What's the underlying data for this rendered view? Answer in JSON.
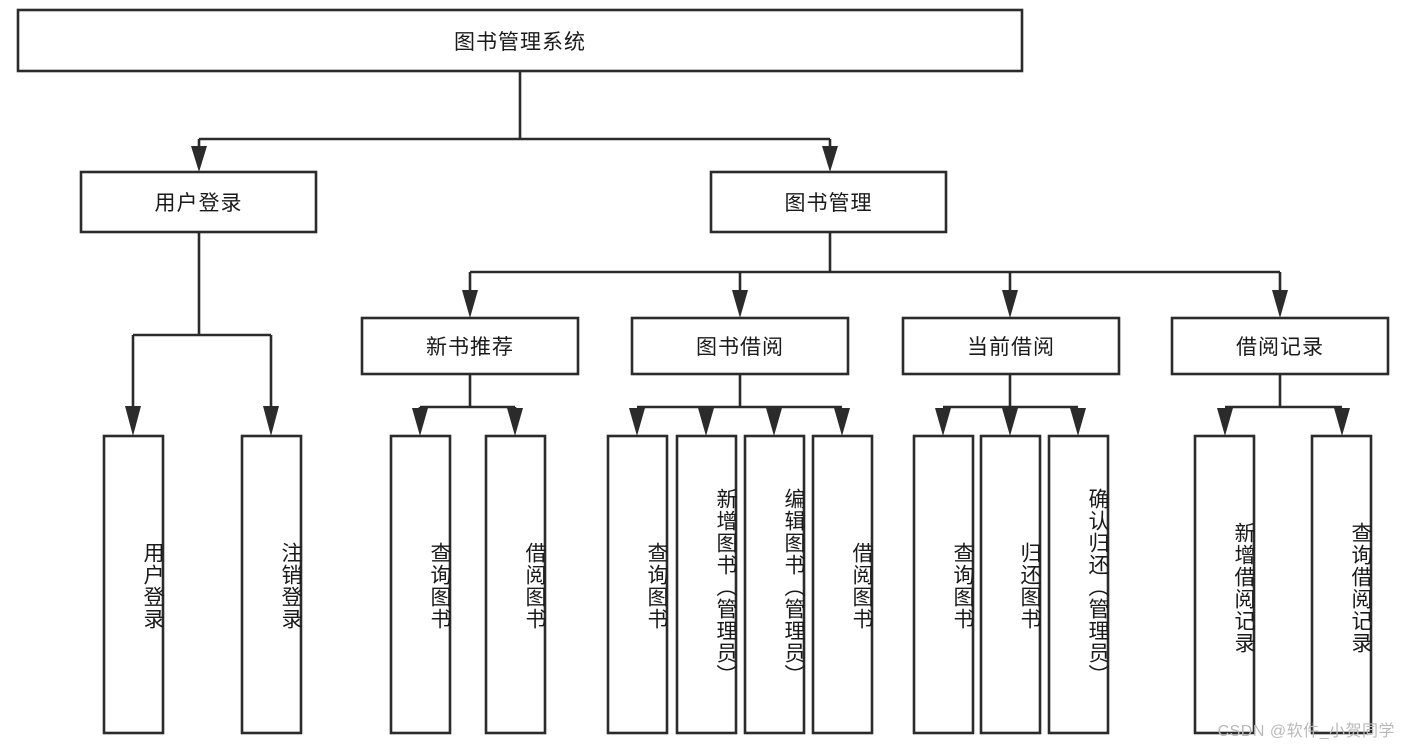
{
  "diagram": {
    "type": "tree",
    "title": "图书管理系统",
    "root": {
      "id": "root",
      "label": "图书管理系统"
    },
    "level2": [
      {
        "id": "user-login",
        "label": "用户登录"
      },
      {
        "id": "book-manage",
        "label": "图书管理"
      }
    ],
    "level3": [
      {
        "id": "new-book-recommend",
        "label": "新书推荐",
        "parent": "book-manage"
      },
      {
        "id": "book-borrow",
        "label": "图书借阅",
        "parent": "book-manage"
      },
      {
        "id": "current-borrow",
        "label": "当前借阅",
        "parent": "book-manage"
      },
      {
        "id": "borrow-record",
        "label": "借阅记录",
        "parent": "book-manage"
      }
    ],
    "leaves": [
      {
        "id": "leaf-user-login",
        "label": "用户登录",
        "parent": "user-login"
      },
      {
        "id": "leaf-logout-login",
        "label": "注销登录",
        "parent": "user-login"
      },
      {
        "id": "leaf-query-book-1",
        "label": "查询图书",
        "parent": "new-book-recommend"
      },
      {
        "id": "leaf-borrow-book-1",
        "label": "借阅图书",
        "parent": "new-book-recommend"
      },
      {
        "id": "leaf-query-book-2",
        "label": "查询图书",
        "parent": "book-borrow"
      },
      {
        "id": "leaf-add-book",
        "label": "新增图书（管理员）",
        "parent": "book-borrow"
      },
      {
        "id": "leaf-edit-book",
        "label": "编辑图书（管理员）",
        "parent": "book-borrow"
      },
      {
        "id": "leaf-borrow-book-2",
        "label": "借阅图书",
        "parent": "book-borrow"
      },
      {
        "id": "leaf-query-book-3",
        "label": "查询图书",
        "parent": "current-borrow"
      },
      {
        "id": "leaf-return-book",
        "label": "归还图书",
        "parent": "current-borrow"
      },
      {
        "id": "leaf-confirm-return",
        "label": "确认归还（管理员）",
        "parent": "current-borrow"
      },
      {
        "id": "leaf-add-record",
        "label": "新增借阅记录",
        "parent": "borrow-record"
      },
      {
        "id": "leaf-query-record",
        "label": "查询借阅记录",
        "parent": "borrow-record"
      }
    ]
  },
  "watermark": {
    "text": "CSDN @软件_小贺同学"
  },
  "style": {
    "stroke_color": "#2b2b2b",
    "fill_color": "#ffffff",
    "text_color": "#1a1a1a",
    "watermark_color": "#b9b9b9"
  }
}
